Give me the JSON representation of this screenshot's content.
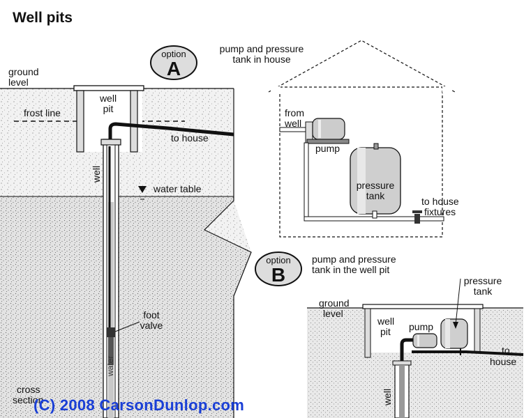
{
  "title": "Well pits",
  "option_a": {
    "word": "option",
    "letter": "A",
    "description_line1": "pump and pressure",
    "description_line2": "tank in house"
  },
  "option_b": {
    "word": "option",
    "letter": "B",
    "description_line1": "pump and pressure",
    "description_line2": "tank in the well pit"
  },
  "main_section": {
    "ground_level_line1": "ground",
    "ground_level_line2": "level",
    "well_pit_line1": "well",
    "well_pit_line2": "pit",
    "frost_line": "frost line",
    "to_house": "to house",
    "well": "well",
    "water_table": "water table",
    "foot_valve_line1": "foot",
    "foot_valve_line2": "valve",
    "water": "water",
    "cross_section_line1": "cross",
    "cross_section_line2": "section"
  },
  "house_inset": {
    "from_well_line1": "from",
    "from_well_line2": "well",
    "pump": "pump",
    "pressure_tank_line1": "pressure",
    "pressure_tank_line2": "tank",
    "to_house_fixtures_line1": "to house",
    "to_house_fixtures_line2": "fixtures"
  },
  "pit_inset": {
    "ground_level_line1": "ground",
    "ground_level_line2": "level",
    "well_pit_line1": "well",
    "well_pit_line2": "pit",
    "pump": "pump",
    "pressure_tank_line1": "pressure",
    "pressure_tank_line2": "tank",
    "to_house_line1": "to",
    "to_house_line2": "house",
    "well": "well"
  },
  "copyright": "(C) 2008 CarsonDunlop.com",
  "colors": {
    "outline": "#111111",
    "soil_light": "#f0f0f0",
    "soil_dark": "#e0e0e0",
    "copyright_blue": "#1a3fd6"
  }
}
